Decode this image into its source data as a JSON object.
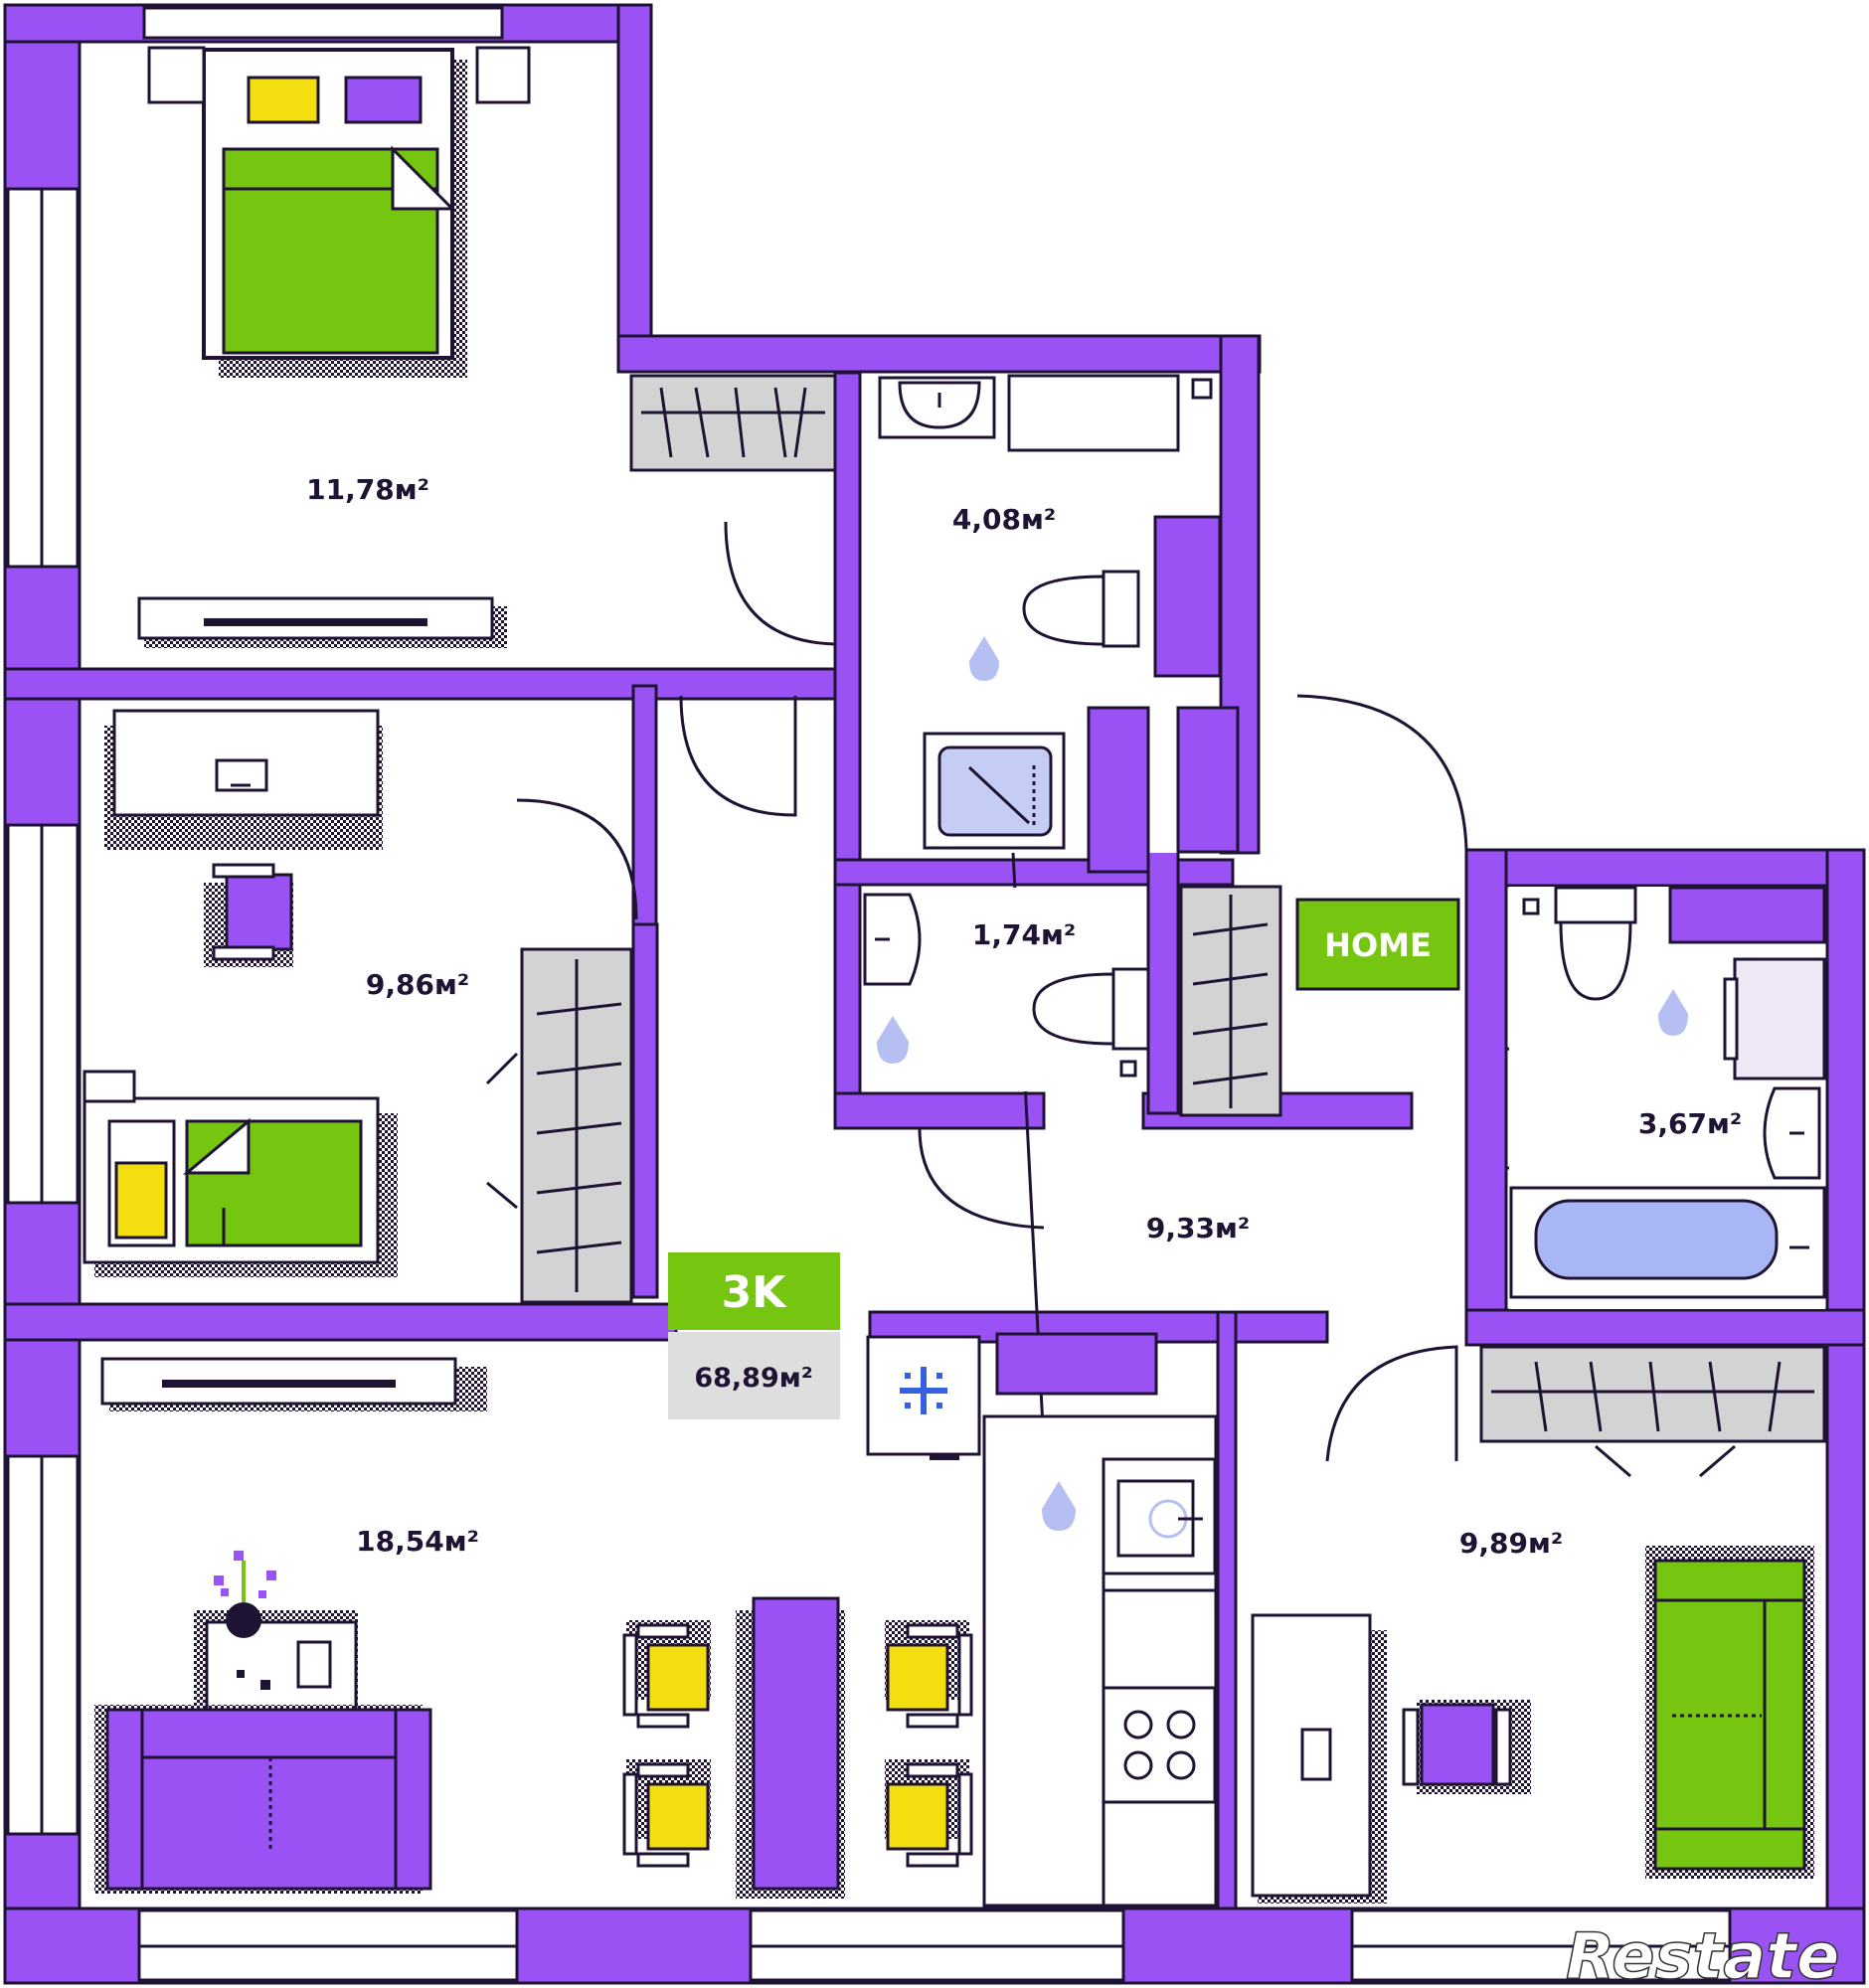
{
  "colors": {
    "wall": "#9a52f5",
    "line": "#1f1333",
    "green": "#76c510",
    "yellow": "#f3df10",
    "gray": "#d3d3d3",
    "blue": "#a9b6f5",
    "water": "#b6bff2"
  },
  "rooms": [
    {
      "id": "bedroom",
      "area": "11,78м²"
    },
    {
      "id": "bathroom-1",
      "area": "4,08м²"
    },
    {
      "id": "toilet",
      "area": "1,74м²"
    },
    {
      "id": "children-room",
      "area": "9,86м²"
    },
    {
      "id": "hallway",
      "area": "9,33м²"
    },
    {
      "id": "bathroom-2",
      "area": "3,67м²"
    },
    {
      "id": "living-kitchen",
      "area": "18,54м²"
    },
    {
      "id": "office-room",
      "area": "9,89м²"
    }
  ],
  "badges": {
    "home": "HOME",
    "type": "3K",
    "total_area": "68,89м²"
  },
  "icons": [
    "bed-icon",
    "pillow-icon",
    "wardrobe-icon",
    "sink-icon",
    "bathtub-icon",
    "toilet-icon",
    "shower-icon",
    "water-drop-icon",
    "radiator-icon",
    "desk-icon",
    "chair-icon",
    "sofa-icon",
    "dining-table-icon",
    "fridge-icon",
    "snowflake-icon",
    "stove-icon",
    "vase-icon",
    "door-swing-icon",
    "window-icon"
  ],
  "watermark": {
    "brand": "Restate"
  }
}
